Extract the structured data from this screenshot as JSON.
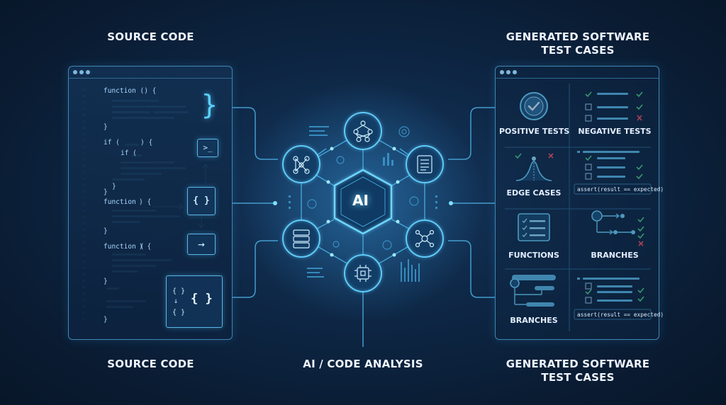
{
  "headings": {
    "source_top": "SOURCE CODE",
    "source_bottom": "SOURCE CODE",
    "tests_top_line1": "GENERATED SOFTWARE",
    "tests_top_line2": "TEST CASES",
    "tests_bottom_line1": "GENERATED SOFTWARE",
    "tests_bottom_line2": "TEST CASES",
    "center_bottom": "AI / CODE ANALYSIS"
  },
  "source_panel": {
    "code_lines": [
      "function () {",
      "if (",
      ") {",
      "if (",
      "function",
      ") {",
      "function (",
      ") {"
    ],
    "closing_brace": "}",
    "big_brace": "}",
    "terminal_glyph": ">_",
    "braces_glyph": "{ }",
    "arrow_glyph": "→",
    "mini_braces_1": "{ }",
    "mini_braces_2": "{ }",
    "mini_braces_3": "{ }",
    "mini_down_arrow": "↓"
  },
  "hub": {
    "center_label": "AI",
    "nodes": [
      "network",
      "brain",
      "document",
      "server",
      "network",
      "chip"
    ],
    "accent_color": "#5ad0ff"
  },
  "tests_panel": {
    "categories": [
      {
        "label": "POSITIVE TESTS",
        "icon": "check-circle-icon"
      },
      {
        "label": "NEGATIVE TESTS",
        "icon": "checklist-icon"
      },
      {
        "label": "EDGE CASES",
        "icon": "bell-curve-icon"
      },
      {
        "label": "FUNCTIONS",
        "icon": "list-doc-icon"
      },
      {
        "label": "BRANCHES",
        "icon": "branch-flow-icon"
      },
      {
        "label": "BRANCHES",
        "icon": "branch-tree-icon"
      }
    ],
    "assert_1": "assert(result == expected)",
    "assert_2": "assert(result == expected)",
    "pass_color": "#4fd18b",
    "fail_color": "#ff4d5e"
  }
}
